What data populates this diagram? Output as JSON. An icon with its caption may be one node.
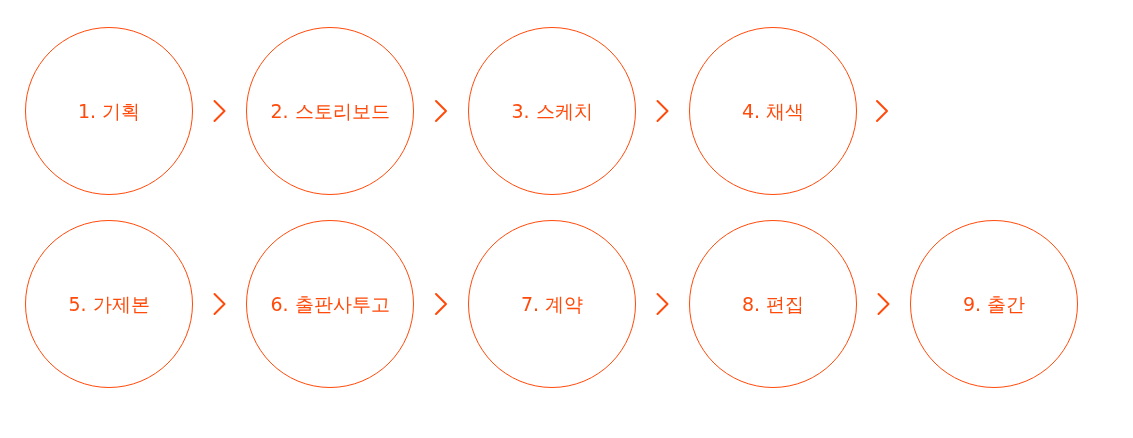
{
  "diagram": {
    "nodes": [
      {
        "text": [
          "1. 기획"
        ]
      },
      {
        "text": [
          "2. 스토리보드"
        ]
      },
      {
        "text": [
          "3. 스케치"
        ]
      },
      {
        "text": [
          "4. 채색"
        ]
      },
      {
        "text": [
          "5. 가제본"
        ]
      },
      {
        "text": [
          "6. 출판사투고"
        ]
      },
      {
        "text": [
          "7. 계약"
        ]
      },
      {
        "text": [
          "8. 편집"
        ]
      },
      {
        "text": [
          "9. 출간"
        ]
      }
    ],
    "edges": [
      {
        "from": 0,
        "to": 1,
        "arrow": "to"
      },
      {
        "from": 1,
        "to": 2,
        "arrow": "to"
      },
      {
        "from": 2,
        "to": 3,
        "arrow": "to"
      },
      {
        "from": 3,
        "to": null,
        "arrow": "to"
      },
      {
        "from": 4,
        "to": 5,
        "arrow": "to"
      },
      {
        "from": 5,
        "to": 6,
        "arrow": "to"
      },
      {
        "from": 6,
        "to": 7,
        "arrow": "to"
      },
      {
        "from": 7,
        "to": 8,
        "arrow": "to"
      }
    ]
  }
}
